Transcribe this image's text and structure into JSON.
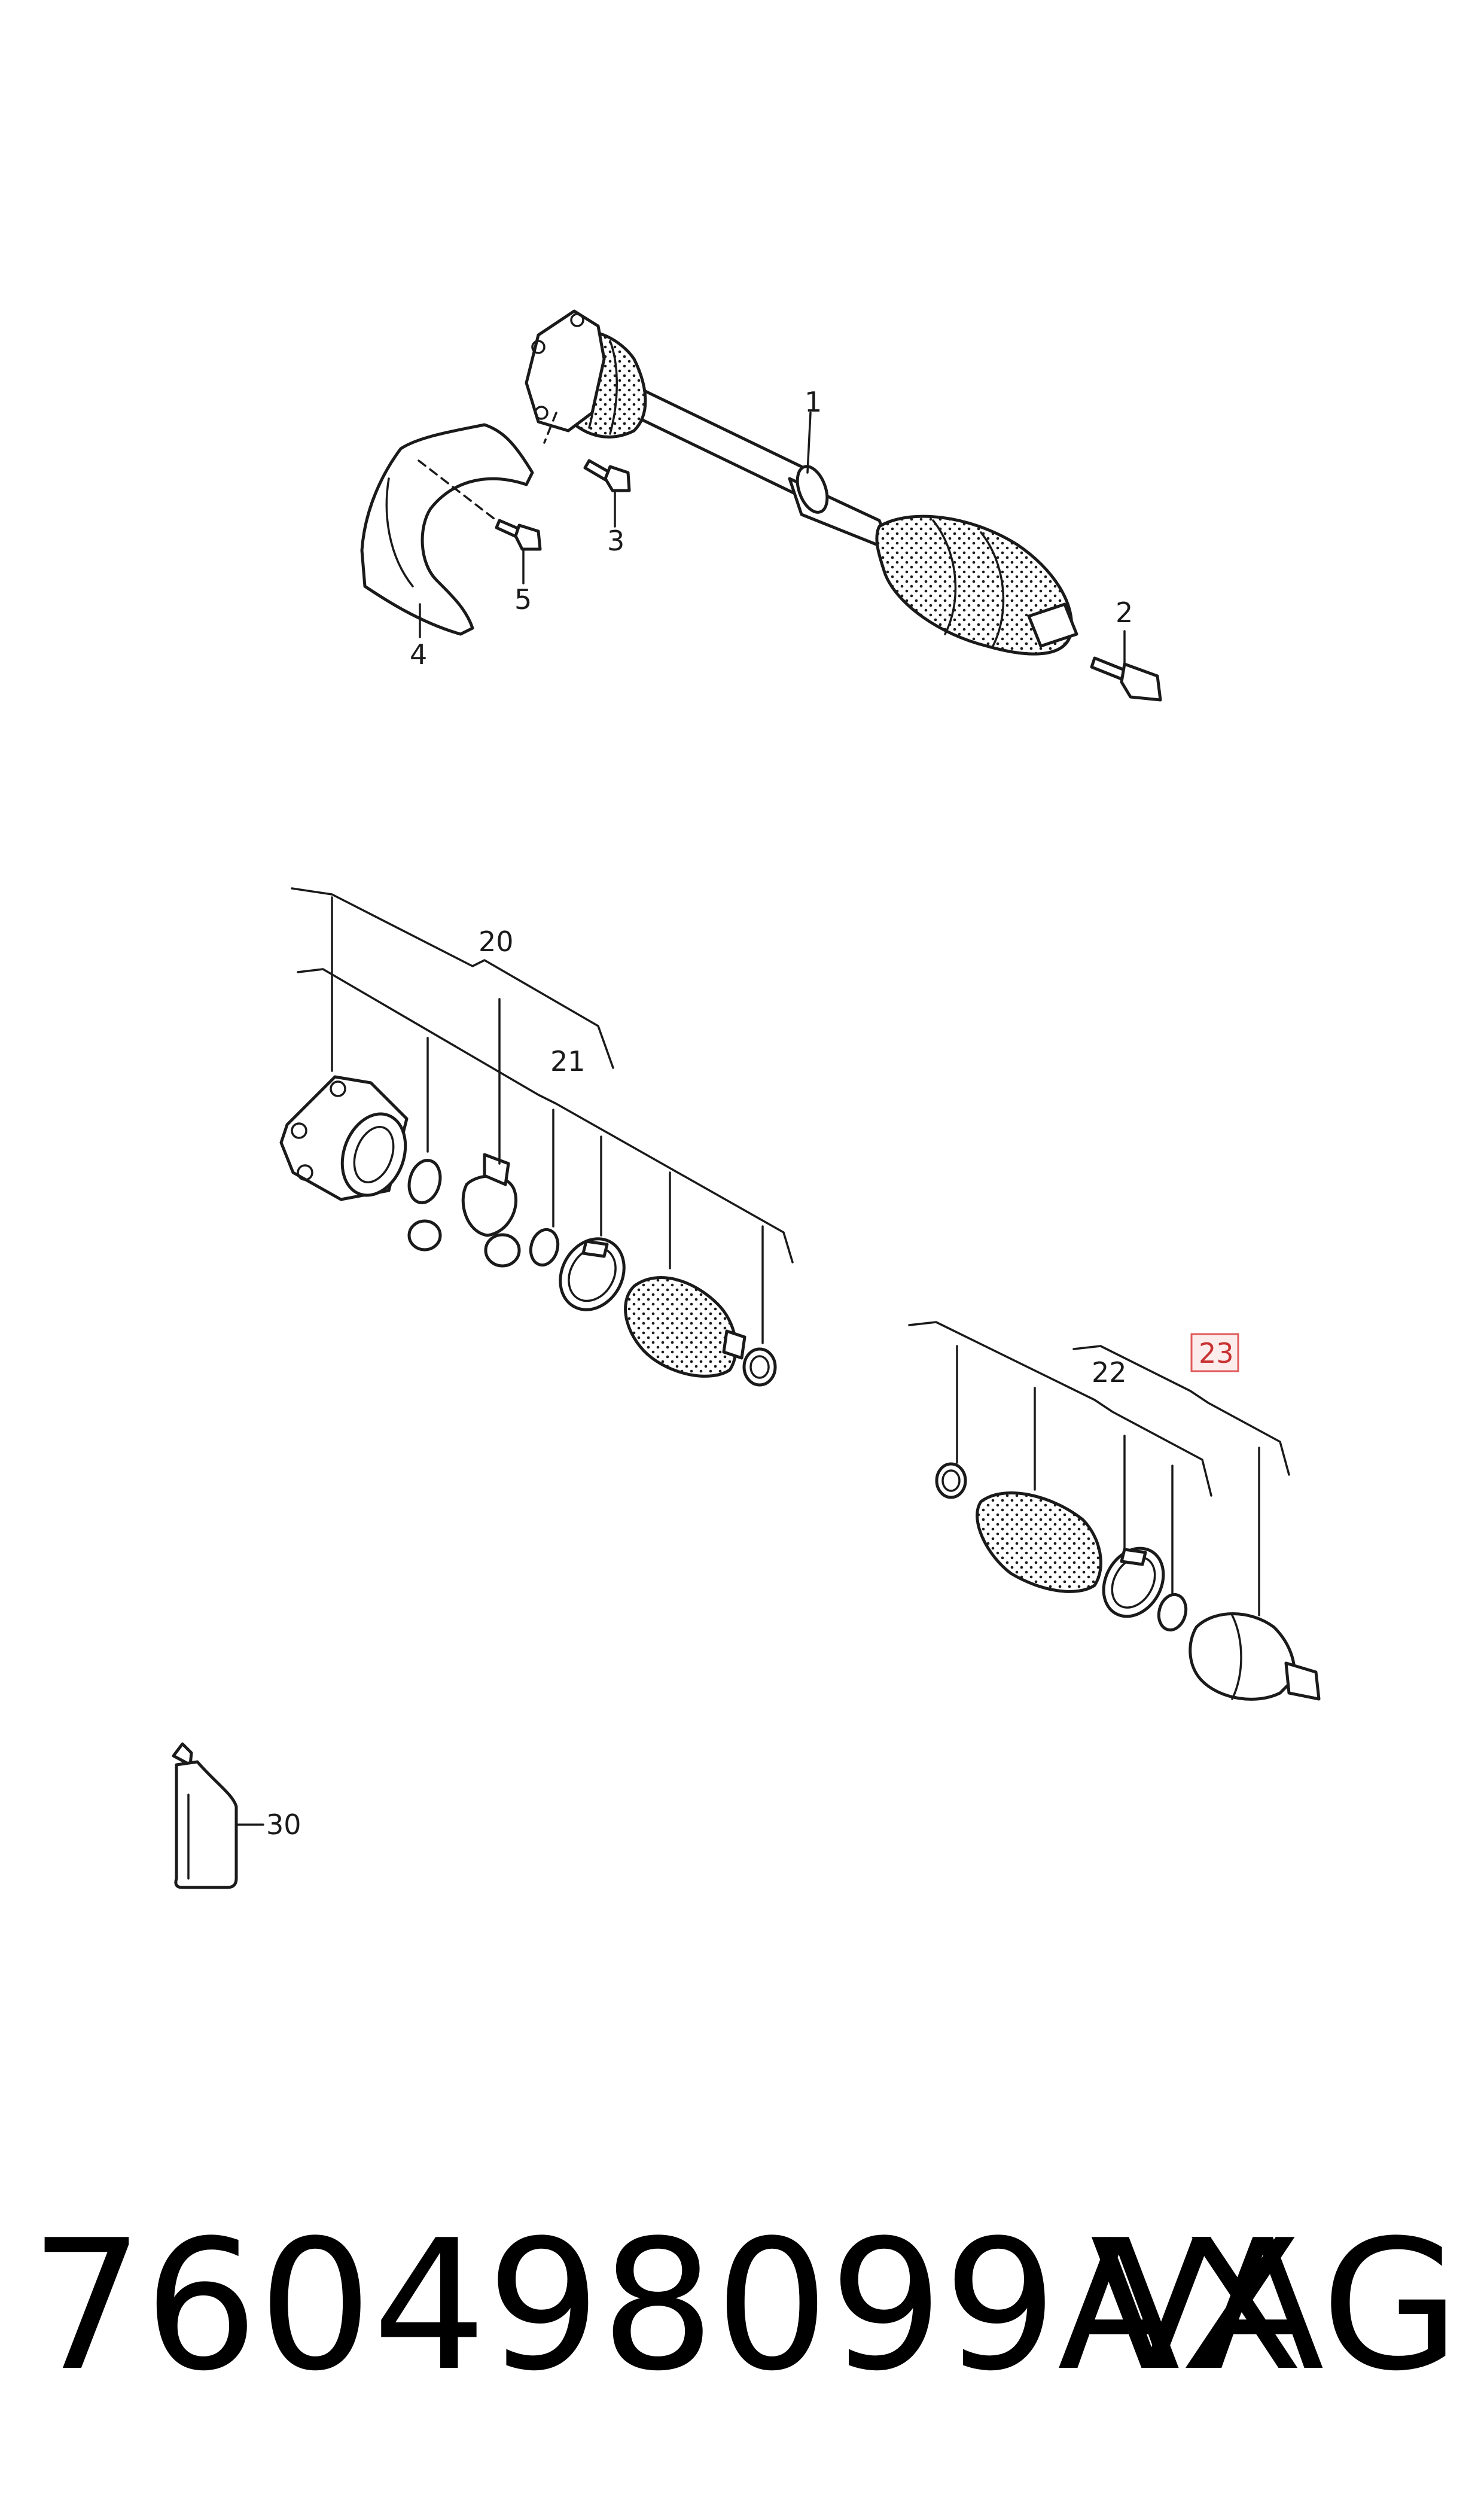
{
  "diagram": {
    "callouts": {
      "c1": "1",
      "c2": "2",
      "c3": "3",
      "c4": "4",
      "c5": "5",
      "c20": "20",
      "c21": "21",
      "c22": "22",
      "c23": "23",
      "c30": "30"
    },
    "highlighted_callout": "23",
    "highlight_color": "#e05a5a"
  },
  "footer": {
    "part_number": "760498099AX",
    "brand": "VAG"
  }
}
